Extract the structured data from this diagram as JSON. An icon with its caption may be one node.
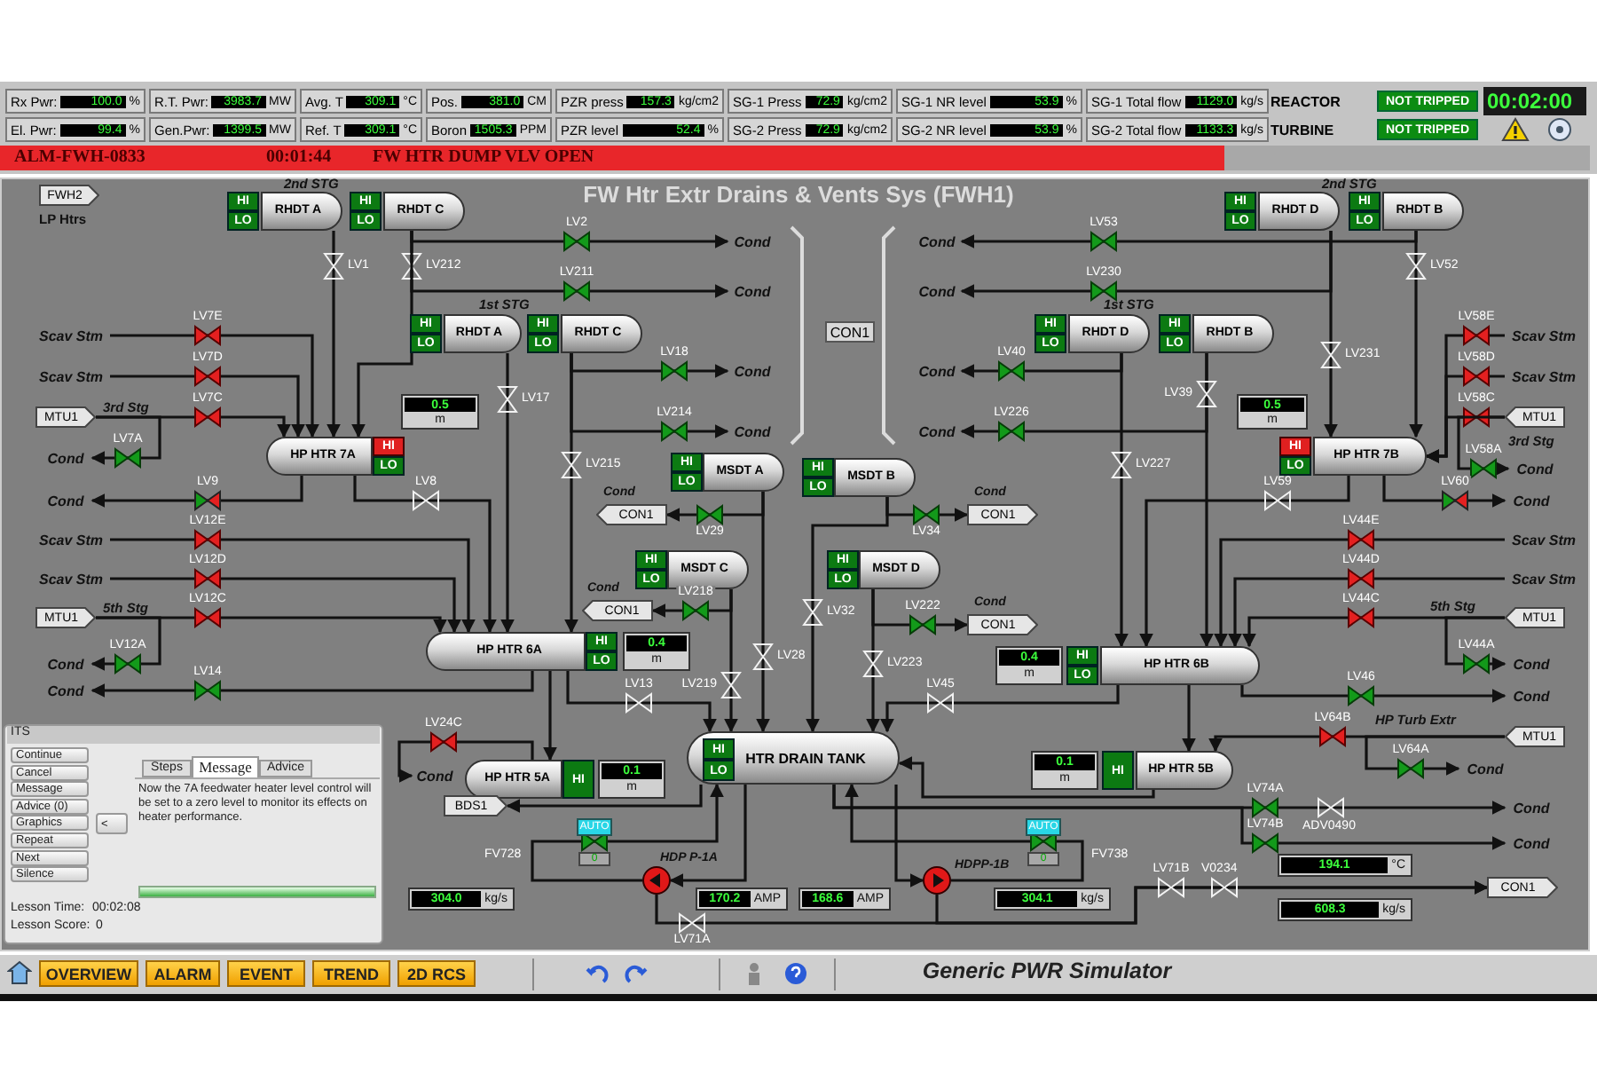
{
  "diagram": {
    "title": "FW Htr Extr Drains & Vents Sys  (FWH1)",
    "nodes": [
      {
        "text": [
          "FWH2"
        ]
      },
      {
        "text": [
          "RHDT A"
        ]
      },
      {
        "text": [
          "HI"
        ]
      },
      {
        "text": [
          "LO"
        ]
      },
      {
        "text": [
          "RHDT C"
        ]
      },
      {
        "text": [
          "HI"
        ]
      },
      {
        "text": [
          "LO"
        ]
      },
      {
        "text": [
          "RHDT D"
        ]
      },
      {
        "text": [
          "HI"
        ]
      },
      {
        "text": [
          "LO"
        ]
      },
      {
        "text": [
          "RHDT B"
        ]
      },
      {
        "text": [
          "HI"
        ]
      },
      {
        "text": [
          "LO"
        ]
      },
      {
        "text": [
          "Cond"
        ]
      },
      {
        "text": [
          "Cond"
        ]
      },
      {
        "text": [
          "Cond"
        ]
      },
      {
        "text": [
          "Cond"
        ]
      },
      {
        "text": [
          "CON1"
        ]
      },
      {
        "text": [
          "RHDT A"
        ]
      },
      {
        "text": [
          "HI"
        ]
      },
      {
        "text": [
          "LO"
        ]
      },
      {
        "text": [
          "RHDT C"
        ]
      },
      {
        "text": [
          "HI"
        ]
      },
      {
        "text": [
          "LO"
        ]
      },
      {
        "text": [
          "RHDT D"
        ]
      },
      {
        "text": [
          "HI"
        ]
      },
      {
        "text": [
          "LO"
        ]
      },
      {
        "text": [
          "RHDT B"
        ]
      },
      {
        "text": [
          "HI"
        ]
      },
      {
        "text": [
          "LO"
        ]
      },
      {
        "text": [
          "Scav Stm"
        ]
      },
      {
        "text": [
          "Scav Stm"
        ]
      },
      {
        "text": [
          "Cond"
        ]
      },
      {
        "text": [
          "Cond"
        ]
      },
      {
        "text": [
          "Scav Stm"
        ]
      },
      {
        "text": [
          "Scav Stm"
        ]
      },
      {
        "text": [
          "MTU1"
        ]
      },
      {
        "text": [
          "0.5",
          "m"
        ]
      },
      {
        "text": [
          "0.5",
          "m"
        ]
      },
      {
        "text": [
          "MTU1"
        ]
      },
      {
        "text": [
          "Cond"
        ]
      },
      {
        "text": [
          "Cond"
        ]
      },
      {
        "text": [
          "HP HTR 7A"
        ]
      },
      {
        "text": [
          "HI"
        ]
      },
      {
        "text": [
          "LO"
        ]
      },
      {
        "text": [
          "HI"
        ]
      },
      {
        "text": [
          "LO"
        ]
      },
      {
        "text": [
          "HP HTR 7B"
        ]
      },
      {
        "text": [
          "MSDT A"
        ]
      },
      {
        "text": [
          "HI"
        ]
      },
      {
        "text": [
          "LO"
        ]
      },
      {
        "text": [
          "Cond"
        ]
      },
      {
        "text": [
          "Cond"
        ]
      },
      {
        "text": [
          "MSDT B"
        ]
      },
      {
        "text": [
          "HI"
        ]
      },
      {
        "text": [
          "LO"
        ]
      },
      {
        "text": [
          "Cond"
        ]
      },
      {
        "text": [
          "Cond"
        ]
      },
      {
        "text": [
          "CON1"
        ],
        "beside": [
          "Cond"
        ]
      },
      {
        "text": [
          "CON1"
        ],
        "beside": [
          "Cond"
        ]
      },
      {
        "text": [
          "Scav Stm"
        ]
      },
      {
        "text": [
          "Scav Stm"
        ]
      },
      {
        "text": [
          "MSDT C"
        ]
      },
      {
        "text": [
          "HI"
        ]
      },
      {
        "text": [
          "LO"
        ]
      },
      {
        "text": [
          "MSDT D"
        ]
      },
      {
        "text": [
          "HI"
        ]
      },
      {
        "text": [
          "LO"
        ]
      },
      {
        "text": [
          "Scav Stm"
        ]
      },
      {
        "text": [
          "Scav Stm"
        ]
      },
      {
        "text": [
          "MTU1"
        ]
      },
      {
        "text": [
          "CON1"
        ],
        "beside": [
          "Cond"
        ]
      },
      {
        "text": [
          "CON1"
        ],
        "beside": [
          "Cond"
        ]
      },
      {
        "text": [
          "MTU1"
        ]
      },
      {
        "text": [
          "0.4",
          "m"
        ]
      },
      {
        "text": [
          "HP HTR 6A"
        ]
      },
      {
        "text": [
          "HI"
        ]
      },
      {
        "text": [
          "LO"
        ]
      },
      {
        "text": [
          "0.4",
          "m"
        ]
      },
      {
        "text": [
          "HI"
        ]
      },
      {
        "text": [
          "LO"
        ]
      },
      {
        "text": [
          "HP HTR 6B"
        ]
      },
      {
        "text": [
          "Cond"
        ]
      },
      {
        "text": [
          "Cond"
        ]
      },
      {
        "text": [
          "Cond"
        ]
      },
      {
        "text": [
          "Cond"
        ]
      },
      {
        "text": [
          "MTU1"
        ]
      },
      {
        "text": [
          "HTR DRAIN TANK"
        ]
      },
      {
        "text": [
          "HI"
        ],
        "in": 87
      },
      {
        "text": [
          "LO"
        ],
        "in": 87
      },
      {
        "text": [
          "0.1",
          "m"
        ]
      },
      {
        "text": [
          "HP HTR 5A"
        ]
      },
      {
        "text": [
          "HI"
        ]
      },
      {
        "text": [
          "0.1",
          "m"
        ]
      },
      {
        "text": [
          "HI"
        ]
      },
      {
        "text": [
          "HP HTR 5B"
        ]
      },
      {
        "text": [
          "Cond"
        ]
      },
      {
        "text": [
          "Cond"
        ]
      },
      {
        "text": [
          "BDS1"
        ]
      },
      {
        "text": [
          "Cond"
        ]
      },
      {
        "text": [
          "AUTO"
        ]
      },
      {
        "text": [
          "AUTO"
        ]
      },
      {
        "text": [
          "Cond"
        ]
      },
      {
        "text": [
          "0"
        ]
      },
      {
        "text": [
          "0"
        ]
      },
      {
        "text": [],
        "shape": "circle",
        "beside": [
          "HDP P-1A"
        ]
      },
      {
        "text": [],
        "shape": "circle",
        "beside": [
          "HDPP-1B"
        ]
      },
      {
        "text": [
          "194.1",
          "°C"
        ]
      },
      {
        "text": [
          "CON1"
        ]
      },
      {
        "text": [
          "304.0",
          "kg/s"
        ]
      },
      {
        "text": [
          "170.2",
          "AMP"
        ]
      },
      {
        "text": [
          "168.6",
          "AMP"
        ]
      },
      {
        "text": [
          "304.1",
          "kg/s"
        ]
      },
      {
        "text": [
          "608.3",
          "kg/s"
        ]
      }
    ],
    "edges": [
      {
        "from": 1,
        "to": 42,
        "arrow": "to",
        "label": "LV1"
      },
      {
        "from": 4,
        "to": 42,
        "arrow": "to",
        "label": "LV212"
      },
      {
        "from": 4,
        "to": 13,
        "arrow": "to",
        "label": "LV2"
      },
      {
        "from": 4,
        "to": 14,
        "arrow": "to",
        "label": "LV211"
      },
      {
        "from": 30,
        "to": 42,
        "arrow": "to",
        "label": "LV7E"
      },
      {
        "from": 34,
        "to": 42,
        "arrow": "to",
        "label": "LV7D"
      },
      {
        "from": 36,
        "to": 42,
        "arrow": "to",
        "label": "LV7C"
      },
      {
        "from": 36,
        "to": 51,
        "arrow": "to",
        "label": "LV7A"
      },
      {
        "from": 42,
        "to": 56,
        "arrow": "to",
        "label": "LV9"
      },
      {
        "from": 42,
        "to": 75,
        "arrow": "to",
        "label": "LV8"
      },
      {
        "from": 18,
        "to": 75,
        "arrow": "to",
        "label": "LV17"
      },
      {
        "from": 21,
        "to": 75,
        "arrow": "to",
        "label": "LV215"
      },
      {
        "from": 21,
        "to": 32,
        "arrow": "to",
        "label": "LV18"
      },
      {
        "from": 21,
        "to": 40,
        "arrow": "to",
        "label": "LV214"
      },
      {
        "from": 60,
        "to": 75,
        "arrow": "to",
        "label": "LV12E"
      },
      {
        "from": 68,
        "to": 75,
        "arrow": "to",
        "label": "LV12D"
      },
      {
        "from": 70,
        "to": 75,
        "arrow": "to",
        "label": "LV12C"
      },
      {
        "from": 70,
        "to": 82,
        "arrow": "to",
        "label": "LV12A"
      },
      {
        "from": 75,
        "to": 84,
        "arrow": "to",
        "label": "LV14"
      },
      {
        "from": 48,
        "to": 58,
        "arrow": "to",
        "label": "LV29"
      },
      {
        "from": 48,
        "to": 87,
        "arrow": "to",
        "label": "LV28"
      },
      {
        "from": 53,
        "to": 59,
        "arrow": "to",
        "label": "LV34"
      },
      {
        "from": 53,
        "to": 87,
        "arrow": "to",
        "label": "LV32"
      },
      {
        "from": 62,
        "to": 71,
        "arrow": "to",
        "label": "LV218"
      },
      {
        "from": 62,
        "to": 87,
        "arrow": "to",
        "label": "LV219"
      },
      {
        "from": 65,
        "to": 72,
        "arrow": "to",
        "label": "LV222"
      },
      {
        "from": 65,
        "to": 87,
        "arrow": "to",
        "label": "LV223"
      },
      {
        "from": 75,
        "to": 87,
        "arrow": "to",
        "label": "LV13"
      },
      {
        "from": 81,
        "to": 87,
        "arrow": "to",
        "label": "LV45"
      },
      {
        "from": 75,
        "to": 91,
        "arrow": "to"
      },
      {
        "from": 91,
        "to": 96,
        "arrow": "to",
        "label": "LV24C"
      },
      {
        "from": 87,
        "to": 98,
        "arrow": "to"
      },
      {
        "from": 87,
        "to": 105,
        "arrow": "to"
      },
      {
        "from": 105,
        "to": 87,
        "arrow": "to",
        "label": "FV728"
      },
      {
        "from": 105,
        "to": 108,
        "arrow": "to",
        "label": "LV71A"
      },
      {
        "from": 87,
        "to": 106,
        "arrow": "to"
      },
      {
        "from": 106,
        "to": 87,
        "arrow": "to",
        "label": "FV738"
      },
      {
        "from": 106,
        "to": 108,
        "arrow": "to",
        "label": "LV71B"
      },
      {
        "from": 87,
        "to": 99,
        "arrow": "to",
        "label": "LV74A"
      },
      {
        "from": 87,
        "to": 102,
        "arrow": "to",
        "label": "LV74B"
      },
      {
        "from": 81,
        "to": 95,
        "arrow": "to"
      },
      {
        "from": 95,
        "to": 87,
        "arrow": "to"
      },
      {
        "from": 86,
        "to": 95,
        "arrow": "to",
        "label": "LV64B"
      },
      {
        "from": 86,
        "to": 97,
        "arrow": "to",
        "label": "LV64A"
      },
      {
        "from": 10,
        "to": 15,
        "arrow": "to",
        "label": "LV53"
      },
      {
        "from": 7,
        "to": 16,
        "arrow": "to",
        "label": "LV230"
      },
      {
        "from": 7,
        "to": 47,
        "arrow": "to",
        "label": "LV231"
      },
      {
        "from": 10,
        "to": 47,
        "arrow": "to",
        "label": "LV52"
      },
      {
        "from": 24,
        "to": 33,
        "arrow": "to",
        "label": "LV40"
      },
      {
        "from": 27,
        "to": 41,
        "arrow": "to",
        "label": "LV226"
      },
      {
        "from": 27,
        "to": 81,
        "arrow": "to",
        "label": "LV39"
      },
      {
        "from": 24,
        "to": 81,
        "arrow": "to",
        "label": "LV227"
      },
      {
        "from": 31,
        "to": 47,
        "arrow": "to",
        "label": "LV58E"
      },
      {
        "from": 35,
        "to": 47,
        "arrow": "to",
        "label": "LV58D"
      },
      {
        "from": 39,
        "to": 47,
        "arrow": "to",
        "label": "LV58C"
      },
      {
        "from": 39,
        "to": 52,
        "arrow": "to",
        "label": "LV58A"
      },
      {
        "from": 47,
        "to": 57,
        "arrow": "to",
        "label": "LV60"
      },
      {
        "from": 47,
        "to": 81,
        "arrow": "to",
        "label": "LV59"
      },
      {
        "from": 61,
        "to": 81,
        "arrow": "to",
        "label": "LV44E"
      },
      {
        "from": 69,
        "to": 81,
        "arrow": "to",
        "label": "LV44D"
      },
      {
        "from": 73,
        "to": 81,
        "arrow": "to",
        "label": "LV44C"
      },
      {
        "from": 73,
        "to": 83,
        "arrow": "to",
        "label": "LV44A"
      },
      {
        "from": 81,
        "to": 85,
        "arrow": "to",
        "label": "LV46"
      }
    ],
    "labels": [
      "Rx Pwr:",
      "100.0",
      "%",
      "R.T. Pwr:",
      "3983.7",
      "MW",
      "Avg. T",
      "309.1",
      "°C",
      "Pos.",
      "381.0",
      "CM",
      "PZR press",
      "157.3",
      "kg/cm2",
      "SG-1 Press",
      "72.9",
      "kg/cm2",
      "SG-1 NR level",
      "53.9",
      "%",
      "SG-1 Total flow",
      "1129.0",
      "kg/s",
      "REACTOR",
      "NOT TRIPPED",
      "00:02:00",
      "El. Pwr:",
      "99.4",
      "%",
      "Gen.Pwr:",
      "1399.5",
      "MW",
      "Ref. T",
      "309.1",
      "°C",
      "Boron",
      "1505.3",
      "PPM",
      "PZR level",
      "52.4",
      "%",
      "SG-2 Press",
      "72.9",
      "kg/cm2",
      "SG-2 NR level",
      "53.9",
      "%",
      "SG-2 Total flow",
      "1133.3",
      "kg/s",
      "TURBINE",
      "NOT TRIPPED",
      "ALM-FWH-0833",
      "00:01:44",
      "FW HTR DUMP VLV OPEN",
      "2nd STG",
      "2nd STG",
      "LP Htrs",
      "1st STG",
      "1st STG",
      "3rd Stg",
      "3rd Stg",
      "5th Stg",
      "5th Stg",
      "HP Turb Extr",
      "ADV0490",
      "V0234",
      "ITS",
      "Continue",
      "Cancel",
      "Message",
      "Advice (0)",
      "Graphics",
      "Repeat",
      "Next",
      "Silence",
      "Steps",
      "Message",
      "Advice",
      "Now the 7A feedwater heater level control will be set to a zero level to monitor its effects on heater performance.",
      "<",
      "Lesson Time:",
      "00:02:08",
      "Lesson Score:",
      "0",
      "OVERVIEW",
      "ALARM",
      "EVENT",
      "TREND",
      "2D RCS",
      "Generic PWR Simulator"
    ]
  }
}
